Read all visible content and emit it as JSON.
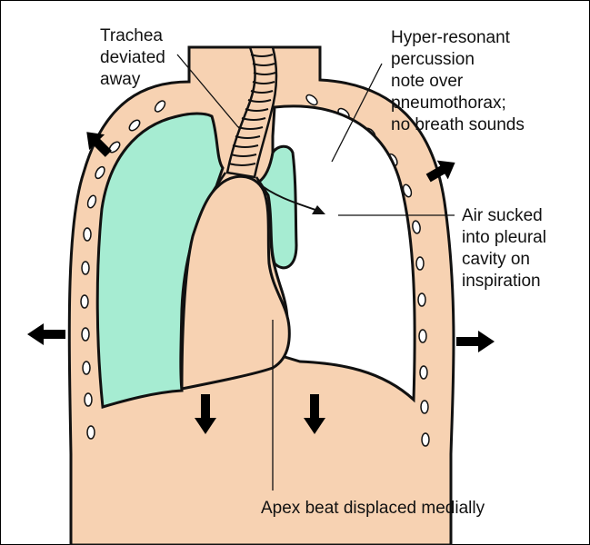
{
  "labels": {
    "trachea": "Trachea\ndeviated\naway",
    "percussion": "Hyper-resonant\npercussion\nnote over\npneumothorax;\nno breath sounds",
    "air": "Air sucked\ninto pleural\ncavity on\ninspiration",
    "apex": "Apex beat displaced medially"
  },
  "colors": {
    "tissue": "#f7d2b2",
    "lung": "#a6ecd2",
    "outline": "#111111",
    "arrow": "#000000",
    "background": "#ffffff"
  }
}
